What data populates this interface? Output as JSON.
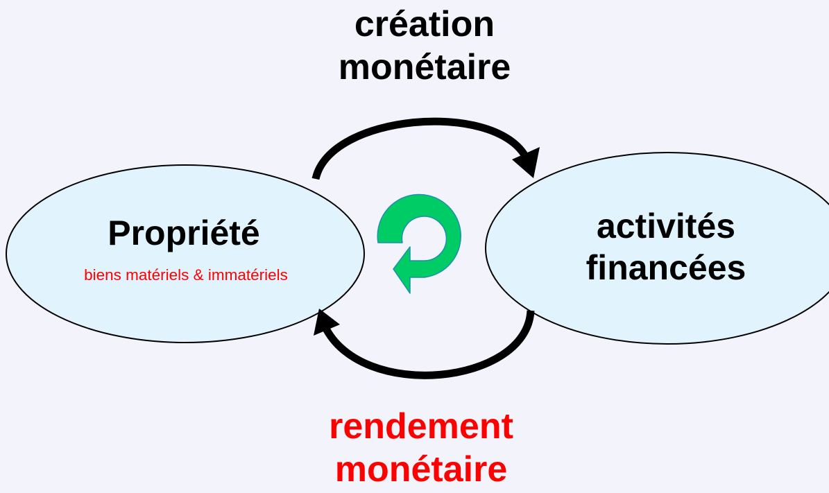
{
  "diagram": {
    "top_label": {
      "line1": "création",
      "line2": "monétaire",
      "color": "#000000"
    },
    "bottom_label": {
      "line1": "rendement",
      "line2": "monétaire",
      "color": "#ff0000"
    },
    "left_node": {
      "title": "Propriété",
      "subtitle": "biens matériels & immatériels",
      "subtitle_color": "#ff0000"
    },
    "right_node": {
      "line1": "activités",
      "line2": "financées"
    },
    "colors": {
      "background": "#f3f3fb",
      "ellipse_fill": "#e1f3fd",
      "ellipse_stroke": "#000000",
      "arrow": "#000000",
      "cycle_icon": "#00cc66"
    },
    "icons": {
      "center": "cycle-arrow-icon"
    }
  }
}
